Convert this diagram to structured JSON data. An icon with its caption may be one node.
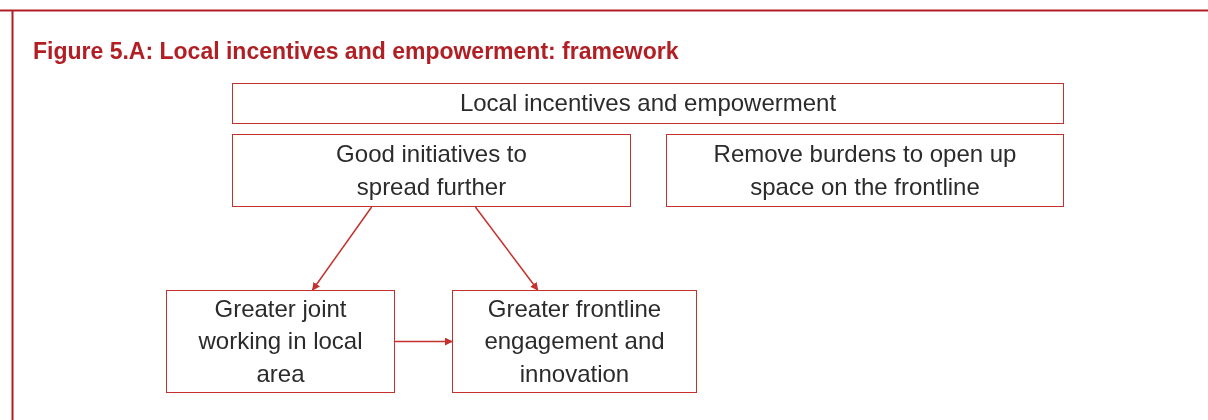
{
  "diagram": {
    "title": "Figure 5.A: Local incentives and empowerment: framework",
    "nodes": [
      {
        "text": [
          "Local incentives and empowerment"
        ]
      },
      {
        "text": [
          "Good initiatives to spread further"
        ]
      },
      {
        "text": [
          "Remove burdens to open up space on the frontline"
        ]
      },
      {
        "text": [
          "Greater joint working in local area"
        ]
      },
      {
        "text": [
          "Greater frontline engagement and innovation"
        ]
      }
    ],
    "edges": [
      {
        "from": 1,
        "to": 3,
        "arrow": "to"
      },
      {
        "from": 1,
        "to": 4,
        "arrow": "to"
      },
      {
        "from": 3,
        "to": 4,
        "arrow": "to"
      }
    ]
  }
}
